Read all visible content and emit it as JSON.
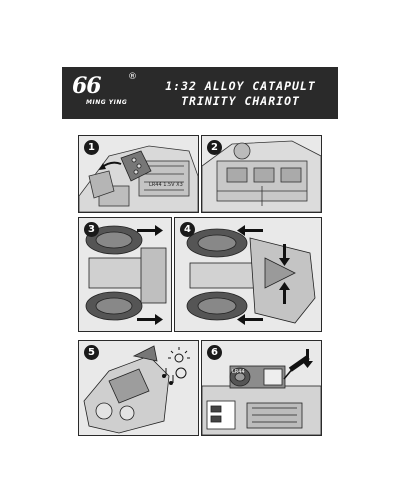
{
  "header": {
    "logo_text": "66",
    "logo_reg": "®",
    "logo_subtitle": "MING YING",
    "title_line1": "1:32 ALLOY CATAPULT",
    "title_line2": "TRINITY CHARIOT"
  },
  "steps": [
    {
      "number": "1",
      "battery_label": "LR44 1.5V X3"
    },
    {
      "number": "2"
    },
    {
      "number": "3"
    },
    {
      "number": "4"
    },
    {
      "number": "5"
    },
    {
      "number": "6",
      "battery_label": "LR44"
    }
  ],
  "colors": {
    "banner": "#2a2a2a",
    "panel_bg": "#e9e9e9",
    "ink": "#1a1a1a"
  }
}
